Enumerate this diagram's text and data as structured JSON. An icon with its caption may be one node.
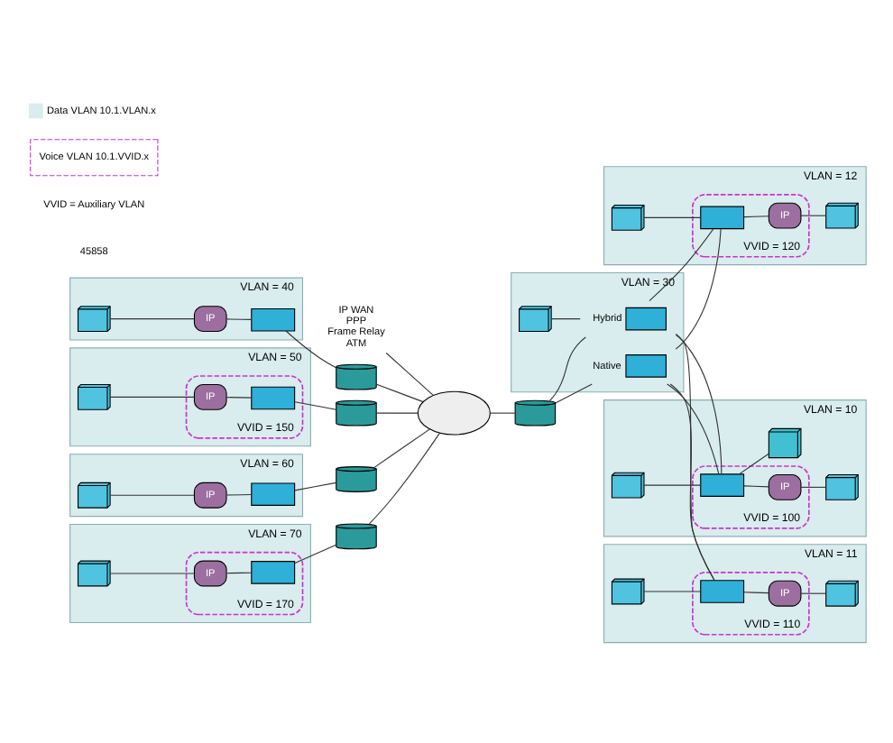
{
  "diagram": {
    "nodes": [
      {
        "text": [
          "IP WAN",
          "PPP",
          "Frame Relay",
          "ATM"
        ]
      },
      {
        "text": [],
        "shape": "cloud"
      },
      {
        "text": [
          "VLAN = 40"
        ]
      },
      {
        "text": [],
        "shape": "computer",
        "in": 2
      },
      {
        "text": [
          "IP"
        ],
        "in": 2
      },
      {
        "text": [],
        "shape": "box",
        "in": 2
      },
      {
        "text": [],
        "shape": "cylinder"
      },
      {
        "text": [
          "VLAN = 50"
        ]
      },
      {
        "text": [
          "VVID = 150"
        ],
        "in": 7
      },
      {
        "text": [],
        "shape": "computer",
        "in": 7
      },
      {
        "text": [
          "IP"
        ],
        "in": 8
      },
      {
        "text": [],
        "shape": "box",
        "in": 8
      },
      {
        "text": [],
        "shape": "cylinder"
      },
      {
        "text": [
          "VLAN = 60"
        ]
      },
      {
        "text": [],
        "shape": "computer",
        "in": 13
      },
      {
        "text": [
          "IP"
        ],
        "in": 13
      },
      {
        "text": [],
        "shape": "box",
        "in": 13
      },
      {
        "text": [],
        "shape": "cylinder"
      },
      {
        "text": [
          "VLAN = 70"
        ]
      },
      {
        "text": [
          "VVID = 170"
        ],
        "in": 18
      },
      {
        "text": [],
        "shape": "computer",
        "in": 18
      },
      {
        "text": [
          "IP"
        ],
        "in": 19
      },
      {
        "text": [],
        "shape": "box",
        "in": 19
      },
      {
        "text": [],
        "shape": "cylinder"
      },
      {
        "text": [],
        "shape": "cylinder"
      },
      {
        "text": [
          "VLAN = 30"
        ]
      },
      {
        "text": [],
        "shape": "computer",
        "in": 25
      },
      {
        "text": [],
        "shape": "box",
        "beside": [
          "Hybrid"
        ],
        "in": 25
      },
      {
        "text": [],
        "shape": "box",
        "beside": [
          "Native"
        ],
        "in": 25
      },
      {
        "text": [
          "VLAN = 12"
        ]
      },
      {
        "text": [
          "VVID = 120"
        ],
        "in": 29
      },
      {
        "text": [],
        "shape": "computer",
        "in": 29
      },
      {
        "text": [],
        "shape": "box",
        "in": 30
      },
      {
        "text": [
          "IP"
        ],
        "in": 30
      },
      {
        "text": [],
        "shape": "computer",
        "in": 29
      },
      {
        "text": [
          "VLAN = 10"
        ]
      },
      {
        "text": [],
        "shape": "computer",
        "in": 35
      },
      {
        "text": [
          "VVID = 100"
        ],
        "in": 35
      },
      {
        "text": [],
        "shape": "box",
        "in": 37
      },
      {
        "text": [],
        "shape": "server",
        "in": 35
      },
      {
        "text": [
          "IP"
        ],
        "in": 37
      },
      {
        "text": [],
        "shape": "computer",
        "in": 35
      },
      {
        "text": [
          "VLAN = 11"
        ]
      },
      {
        "text": [],
        "shape": "computer",
        "in": 42
      },
      {
        "text": [
          "VVID = 110"
        ],
        "in": 42
      },
      {
        "text": [],
        "shape": "box",
        "in": 44
      },
      {
        "text": [
          "IP"
        ],
        "in": 44
      },
      {
        "text": [],
        "shape": "computer",
        "in": 42
      }
    ],
    "edges": [
      {
        "from": 0,
        "to": 1,
        "arrow": "none"
      },
      {
        "from": 3,
        "to": 4,
        "arrow": "none"
      },
      {
        "from": 4,
        "to": 5,
        "arrow": "none"
      },
      {
        "from": 5,
        "to": 6,
        "arrow": "none"
      },
      {
        "from": 6,
        "to": 1,
        "arrow": "none"
      },
      {
        "from": 9,
        "to": 10,
        "arrow": "none"
      },
      {
        "from": 10,
        "to": 11,
        "arrow": "none"
      },
      {
        "from": 11,
        "to": 12,
        "arrow": "none"
      },
      {
        "from": 12,
        "to": 1,
        "arrow": "none"
      },
      {
        "from": 14,
        "to": 15,
        "arrow": "none"
      },
      {
        "from": 15,
        "to": 16,
        "arrow": "none"
      },
      {
        "from": 16,
        "to": 17,
        "arrow": "none"
      },
      {
        "from": 17,
        "to": 1,
        "arrow": "none"
      },
      {
        "from": 20,
        "to": 21,
        "arrow": "none"
      },
      {
        "from": 21,
        "to": 22,
        "arrow": "none"
      },
      {
        "from": 22,
        "to": 23,
        "arrow": "none"
      },
      {
        "from": 23,
        "to": 1,
        "arrow": "none"
      },
      {
        "from": 1,
        "to": 24,
        "arrow": "none"
      },
      {
        "from": 24,
        "to": 27,
        "arrow": "none"
      },
      {
        "from": 24,
        "to": 28,
        "arrow": "none"
      },
      {
        "from": 26,
        "to": 27,
        "arrow": "none"
      },
      {
        "from": 27,
        "to": 32,
        "arrow": "none"
      },
      {
        "from": 27,
        "to": 38,
        "arrow": "none"
      },
      {
        "from": 27,
        "to": 45,
        "arrow": "none"
      },
      {
        "from": 28,
        "to": 32,
        "arrow": "none"
      },
      {
        "from": 28,
        "to": 38,
        "arrow": "none"
      },
      {
        "from": 28,
        "to": 45,
        "arrow": "none"
      },
      {
        "from": 31,
        "to": 32,
        "arrow": "none"
      },
      {
        "from": 32,
        "to": 33,
        "arrow": "none"
      },
      {
        "from": 33,
        "to": 34,
        "arrow": "none"
      },
      {
        "from": 36,
        "to": 38,
        "arrow": "none"
      },
      {
        "from": 38,
        "to": 39,
        "arrow": "none"
      },
      {
        "from": 38,
        "to": 40,
        "arrow": "none"
      },
      {
        "from": 40,
        "to": 41,
        "arrow": "none"
      },
      {
        "from": 43,
        "to": 45,
        "arrow": "none"
      },
      {
        "from": 45,
        "to": 46,
        "arrow": "none"
      },
      {
        "from": 46,
        "to": 47,
        "arrow": "none"
      }
    ],
    "labels": [
      "VVID = Auxiliary VLAN",
      "45858"
    ],
    "legend": [
      {
        "text": "Data VLAN 10.1.VLAN.x",
        "color": "#d9ecee"
      },
      {
        "text": "Voice VLAN 10.1.VVID.x"
      }
    ]
  }
}
